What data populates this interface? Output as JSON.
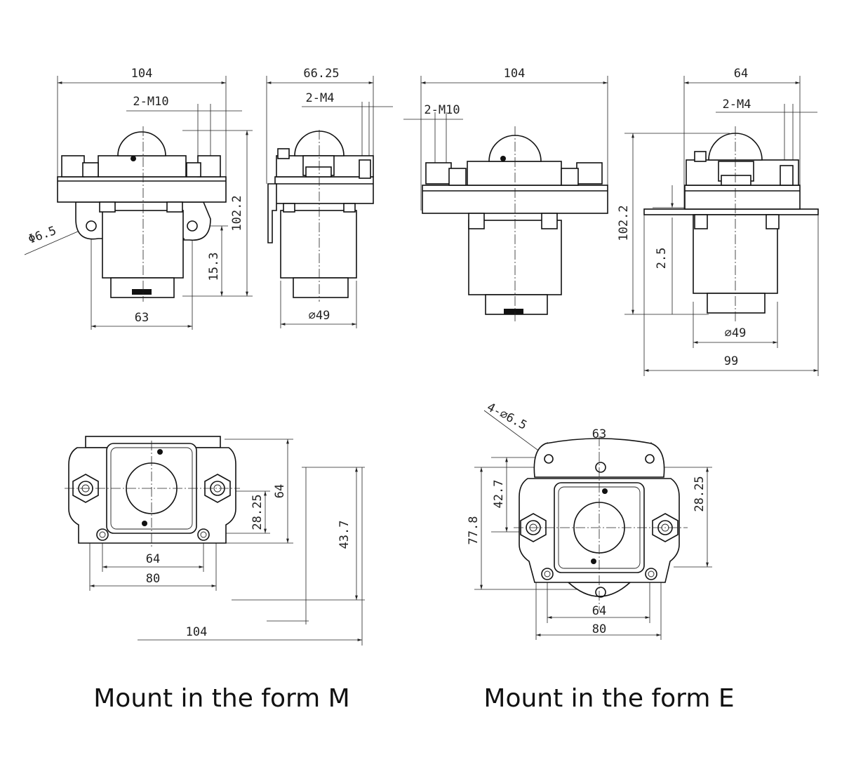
{
  "captions": {
    "form_m": "Mount in the form M",
    "form_e": "Mount in the form E"
  },
  "dims": {
    "m_front": {
      "width": "104",
      "terminal": "2-M10",
      "hole": "Φ6.5",
      "height": "102.2",
      "bracket": "15.3",
      "hole_spacing": "63"
    },
    "m_side": {
      "depth": "66.25",
      "terminal": "2-M4",
      "diameter": "⌀49"
    },
    "e_front": {
      "width": "104",
      "terminal": "2-M10",
      "height": "102.2"
    },
    "e_side": {
      "width": "64",
      "terminal": "2-M4",
      "offset": "2.5",
      "diameter": "⌀49",
      "plate": "99"
    },
    "m_top": {
      "inner": "64",
      "outer": "80",
      "total": "104",
      "bracket": "28.25",
      "height": "64",
      "depth": "43.7"
    },
    "e_top": {
      "holes": "4-⌀6.5",
      "hole_spacing": "63",
      "inner": "64",
      "outer": "80",
      "bracket": "28.25",
      "inner_h": "42.7",
      "total_h": "77.8"
    }
  }
}
